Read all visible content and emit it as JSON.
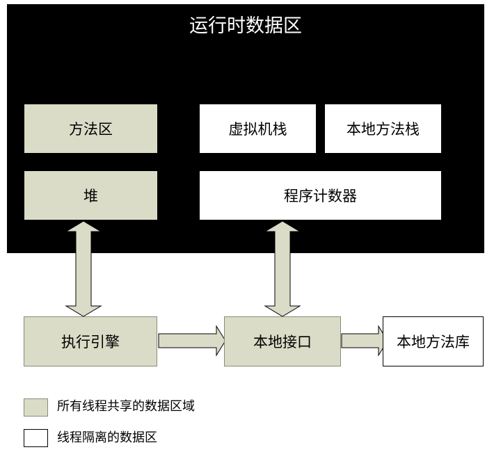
{
  "title": "运行时数据区",
  "boxes": {
    "method_area": "方法区",
    "vm_stack": "虚拟机栈",
    "native_method_stack": "本地方法栈",
    "heap": "堆",
    "program_counter": "程序计数器",
    "execution_engine": "执行引擎",
    "native_interface": "本地接口",
    "native_method_library": "本地方法库"
  },
  "legend": {
    "shared": "所有线程共享的数据区域",
    "isolated": "线程隔离的数据区"
  },
  "colors": {
    "runtime_background": "#000000",
    "shared_fill": "#dadcc7",
    "isolated_fill": "#ffffff",
    "title_text": "#ffffff"
  }
}
